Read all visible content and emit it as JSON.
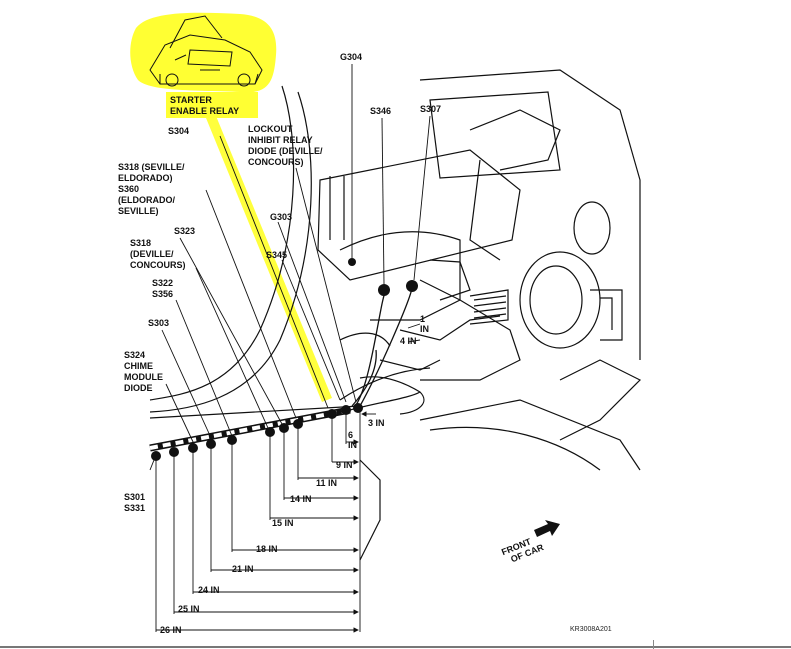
{
  "diagram": {
    "figure_code": "KR3008A201",
    "highlight_color": "#ffff33",
    "line_color": "#111111",
    "front_label": [
      "FRONT",
      "OF CAR"
    ],
    "labels": {
      "starter_relay": [
        "STARTER",
        "ENABLE RELAY"
      ],
      "lockout_diode": [
        "LOCKOUT",
        "INHIBIT RELAY",
        "DIODE (DEVILLE/",
        "CONCOURS)"
      ],
      "g304": "G304",
      "s346": "S346",
      "s307": "S307",
      "s304": "S304",
      "s318_360": [
        "S318 (SEVILLE/",
        "ELDORADO)",
        "S360",
        "(ELDORADO/",
        "SEVILLE)"
      ],
      "g303": "G303",
      "s323": "S323",
      "s318_deville": [
        "S318",
        "(DEVILLE/",
        "CONCOURS)"
      ],
      "s345": "S345",
      "s322_356": [
        "S322",
        "S356"
      ],
      "s303": "S303",
      "s324": [
        "S324",
        "CHIME",
        "MODULE",
        "DIODE"
      ],
      "s301_331": [
        "S301",
        "S331"
      ]
    },
    "dimensions": [
      "1 IN",
      "4 IN",
      "3 IN",
      "6 IN",
      "9 IN",
      "11 IN",
      "14 IN",
      "15 IN",
      "18 IN",
      "21 IN",
      "24 IN",
      "25 IN",
      "26 IN"
    ]
  }
}
